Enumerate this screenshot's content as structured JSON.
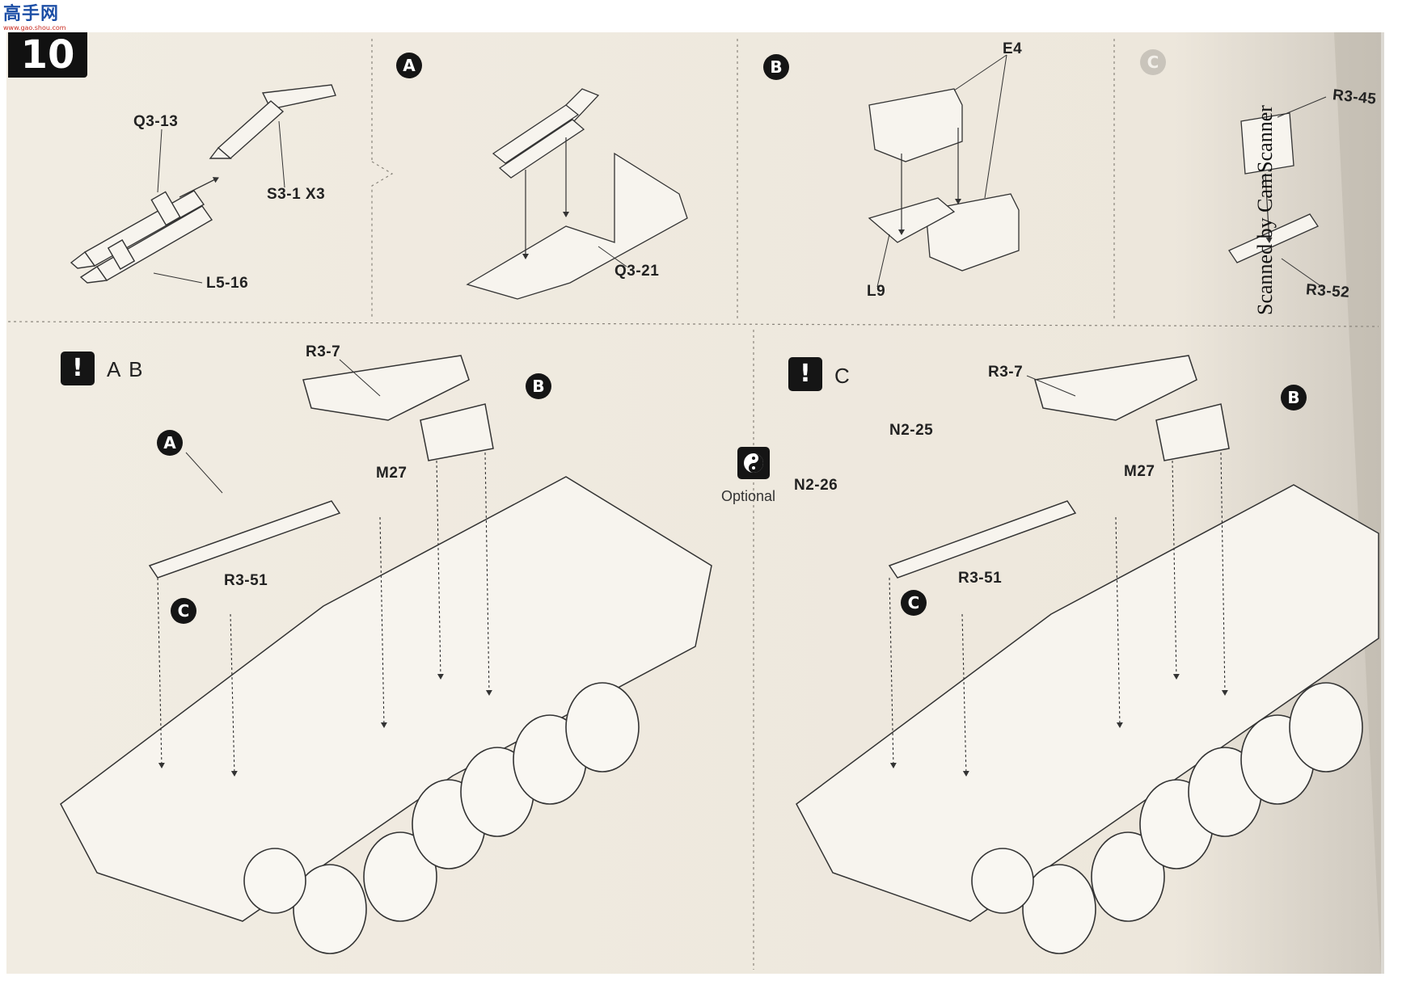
{
  "site": {
    "logo_text": "高手网",
    "logo_url": "www.gao.shou.com"
  },
  "step": {
    "number": "10"
  },
  "badges": {
    "a": "A",
    "b": "B",
    "c": "C"
  },
  "parts": {
    "q3_13": "Q3-13",
    "s3_1_x3": "S3-1 X3",
    "l5_16": "L5-16",
    "q3_21": "Q3-21",
    "e4": "E4",
    "l9": "L9",
    "r3_45": "R3-45",
    "r3_52": "R3-52",
    "r3_7": "R3-7",
    "m27": "M27",
    "r3_51": "R3-51",
    "n2_25": "N2-25",
    "n2_26": "N2-26"
  },
  "variants": {
    "warning_symbol": "!",
    "left": "A B",
    "right": "C"
  },
  "optional": {
    "label": "Optional"
  },
  "watermark": "Scanned by CamScanner"
}
